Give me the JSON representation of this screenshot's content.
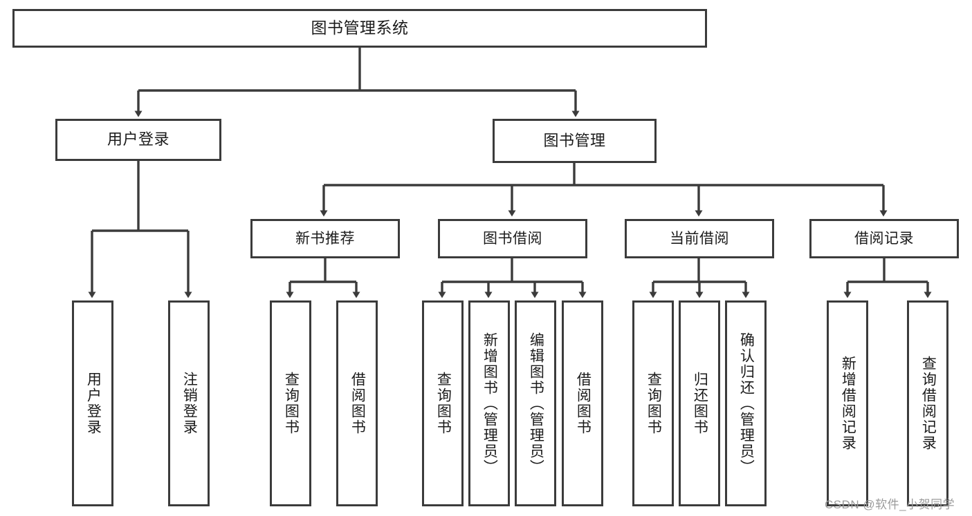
{
  "diagram": {
    "title": "图书管理系统",
    "type": "tree-hierarchy",
    "colors": {
      "border": "#3b3b3b",
      "fill": "#ffffff",
      "text": "#1b1b1b",
      "connector": "#3b3b3b",
      "watermark": "#9b9b9b"
    },
    "root": {
      "label": "图书管理系统"
    },
    "level1": [
      {
        "label": "用户登录"
      },
      {
        "label": "图书管理"
      }
    ],
    "level2": [
      {
        "label": "新书推荐"
      },
      {
        "label": "图书借阅"
      },
      {
        "label": "当前借阅"
      },
      {
        "label": "借阅记录"
      }
    ],
    "leaves": {
      "user_login": [
        {
          "label": "用户登录"
        },
        {
          "label": "注销登录"
        }
      ],
      "new_book_recommend": [
        {
          "label": "查询图书"
        },
        {
          "label": "借阅图书"
        }
      ],
      "book_borrow": [
        {
          "label": "查询图书"
        },
        {
          "label": "新增图书（管理员）"
        },
        {
          "label": "编辑图书（管理员）"
        },
        {
          "label": "借阅图书"
        }
      ],
      "current_borrow": [
        {
          "label": "查询图书"
        },
        {
          "label": "归还图书"
        },
        {
          "label": "确认归还（管理员）"
        }
      ],
      "borrow_record": [
        {
          "label": "新增借阅记录"
        },
        {
          "label": "查询借阅记录"
        }
      ]
    }
  },
  "watermark": {
    "text": "CSDN @软件_小贺同学"
  }
}
